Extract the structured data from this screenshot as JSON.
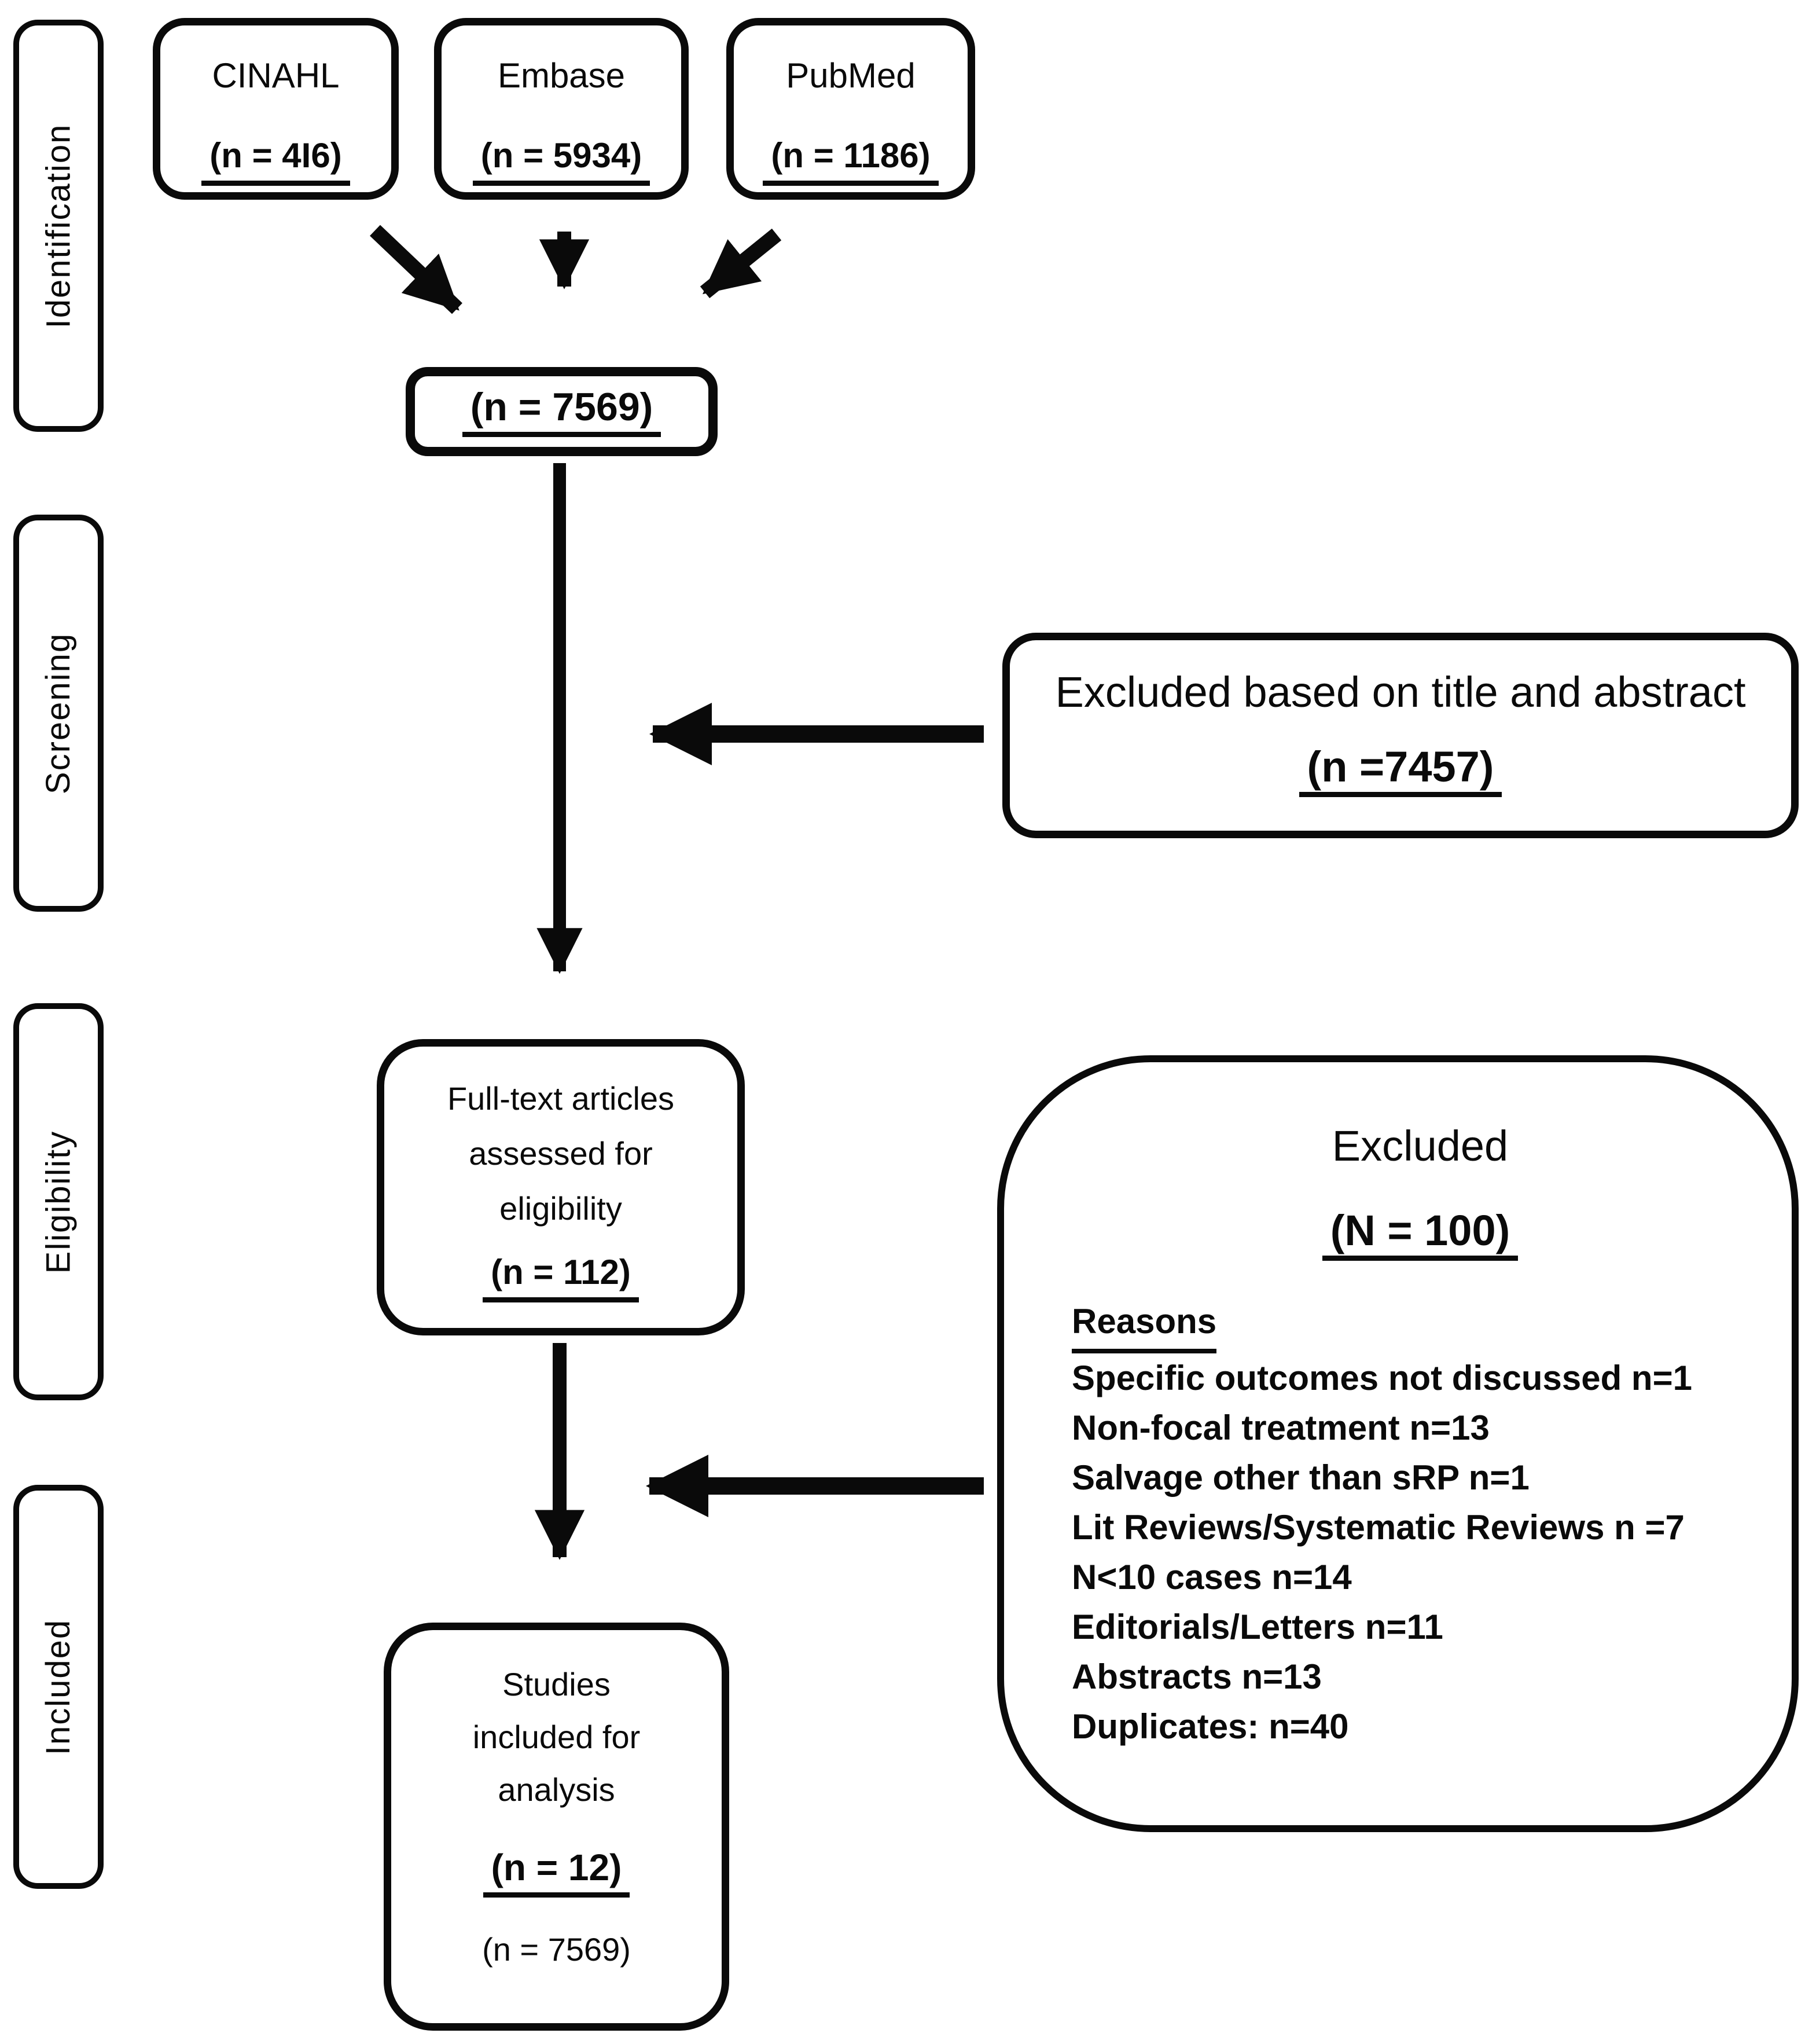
{
  "colors": {
    "ink": "#0a0a0a",
    "background": "#ffffff"
  },
  "diagram": {
    "stages": [
      {
        "label": "Identification"
      },
      {
        "label": "Screening"
      },
      {
        "label": "Eligibility"
      },
      {
        "label": "Included"
      }
    ],
    "sources": [
      {
        "name": "CINAHL",
        "count": "(n = 4I6)"
      },
      {
        "name": "Embase",
        "count": "(n = 5934)"
      },
      {
        "name": "PubMed",
        "count": "(n = 1186)"
      }
    ],
    "pooled": {
      "count": "(n = 7569)"
    },
    "excluded_screening": {
      "line1": "Excluded based on title and abstract",
      "count": "(n =7457)"
    },
    "fulltext": {
      "lines": [
        "Full-text articles",
        "assessed for",
        "eligibility"
      ],
      "count": "(n = 112)"
    },
    "excluded_eligibility": {
      "title": "Excluded",
      "count": "(N = 100)",
      "reasons_header": "Reasons",
      "reasons": [
        "Specific outcomes not discussed n=1",
        "Non-focal treatment n=13",
        "Salvage other than sRP n=1",
        "Lit Reviews/Systematic Reviews n =7",
        "N<10 cases n=14",
        "Editorials/Letters n=11",
        "Abstracts n=13",
        "Duplicates: n=40"
      ]
    },
    "included": {
      "lines": [
        "Studies",
        "included for",
        "analysis"
      ],
      "count": "(n = 12)",
      "count2": "(n = 7569)"
    }
  }
}
